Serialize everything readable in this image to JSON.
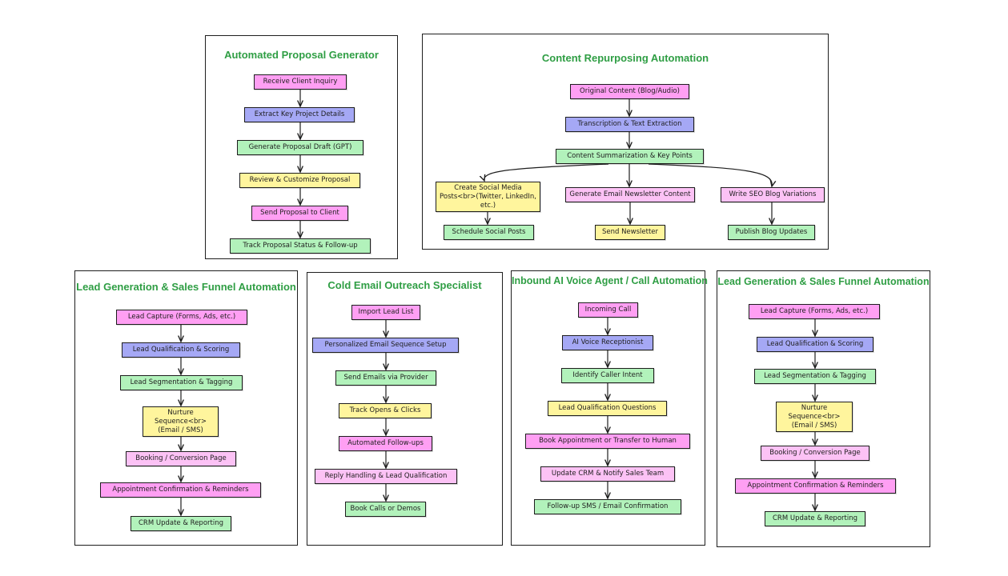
{
  "panels": {
    "proposal": {
      "title": "Automated Proposal Generator",
      "nodes": [
        "Receive Client Inquiry",
        "Extract Key Project Details",
        "Generate Proposal Draft (GPT)",
        "Review & Customize Proposal",
        "Send Proposal to Client",
        "Track Proposal Status & Follow-up"
      ]
    },
    "repurpose": {
      "title": "Content Repurposing Automation",
      "nodes": [
        "Original Content (Blog/Audio)",
        "Transcription & Text Extraction",
        "Content Summarization & Key Points",
        "Create Social Media Posts<br>(Twitter, LinkedIn, etc.)",
        "Generate Email Newsletter Content",
        "Write SEO Blog Variations",
        "Schedule Social Posts",
        "Send Newsletter",
        "Publish Blog Updates"
      ]
    },
    "leadgen1": {
      "title": "Lead Generation & Sales Funnel Automation",
      "nodes": [
        "Lead Capture (Forms, Ads, etc.)",
        "Lead Qualification & Scoring",
        "Lead Segmentation & Tagging",
        "Nurture Sequence<br>(Email / SMS)",
        "Booking / Conversion Page",
        "Appointment Confirmation & Reminders",
        "CRM Update & Reporting"
      ]
    },
    "coldemail": {
      "title": "Cold Email Outreach Specialist",
      "nodes": [
        "Import Lead List",
        "Personalized Email Sequence Setup",
        "Send Emails via Provider",
        "Track Opens & Clicks",
        "Automated Follow-ups",
        "Reply Handling & Lead Qualification",
        "Book Calls or Demos"
      ]
    },
    "voice": {
      "title": "Inbound AI Voice Agent / Call Automation",
      "nodes": [
        "Incoming Call",
        "AI Voice Receptionist",
        "Identify Caller Intent",
        "Lead Qualification Questions",
        "Book Appointment or Transfer to Human",
        "Update CRM & Notify Sales Team",
        "Follow-up SMS / Email Confirmation"
      ]
    },
    "leadgen2": {
      "title": "Lead Generation & Sales Funnel Automation",
      "nodes": [
        "Lead Capture (Forms, Ads, etc.)",
        "Lead Qualification & Scoring",
        "Lead Segmentation & Tagging",
        "Nurture Sequence<br>(Email / SMS)",
        "Booking / Conversion Page",
        "Appointment Confirmation & Reminders",
        "CRM Update & Reporting"
      ]
    }
  }
}
